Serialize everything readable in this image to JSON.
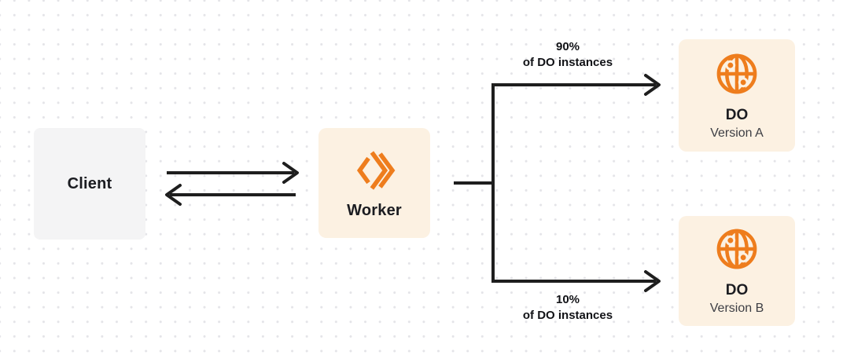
{
  "colors": {
    "accent_orange": "#EE7D1D",
    "worker_box_bg": "#FCF1E2",
    "client_box_bg": "#F4F4F5",
    "connector_dark": "#1E1E1E",
    "dot_grid": "#E4E4E8",
    "text_primary": "#1B1C21",
    "text_secondary": "#3D3E44"
  },
  "nodes": {
    "client": {
      "label": "Client"
    },
    "worker": {
      "label": "Worker",
      "icon": "workers-logo-icon"
    },
    "do_version_a": {
      "title": "DO",
      "subtitle": "Version A",
      "icon": "globe-icon"
    },
    "do_version_b": {
      "title": "DO",
      "subtitle": "Version B",
      "icon": "globe-icon"
    }
  },
  "edges": {
    "client_worker": {
      "description": "bidirectional request/response arrows"
    },
    "top_split": {
      "percent": "90%",
      "caption": "of DO instances"
    },
    "bottom_split": {
      "percent": "10%",
      "caption": "of DO instances"
    }
  }
}
